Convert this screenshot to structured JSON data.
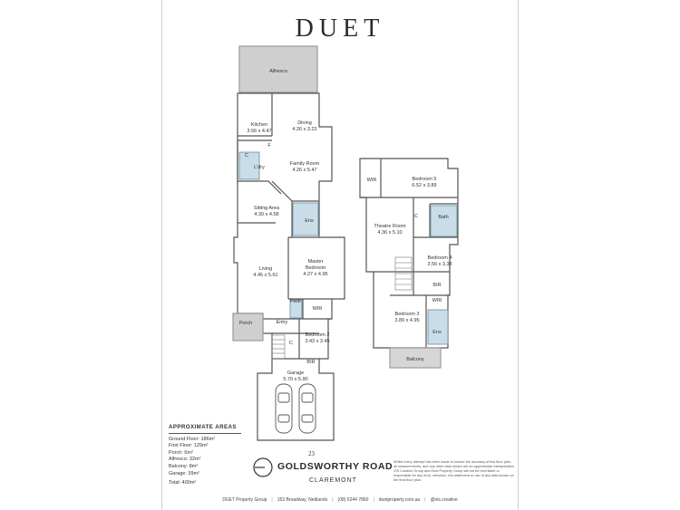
{
  "brand": "DUET",
  "rooms": {
    "alfresco": "Alfresco",
    "kitchen": "Kitchen",
    "kitchen_size": "3.56 x 4.47",
    "dining": "Dining",
    "dining_size": "4.26 x 3.23",
    "family": "Family Room",
    "family_size": "4.26 x 5.47",
    "ldry": "L'dry",
    "sitting": "Sitting Area",
    "sitting_size": "4.30 x 4.58",
    "ens": "Ens",
    "living": "Living",
    "living_size": "4.45 x 5.61",
    "master": "Master",
    "master2": "Bedroom",
    "master_size": "4.27 x 4.95",
    "pwdr": "Pwdr",
    "wir": "WIR",
    "porch": "Porch",
    "entry": "Entry",
    "bed2": "Bedroom 2",
    "bed2_size": "3.43 x 3.45",
    "bir": "BIR",
    "c": "C",
    "f": "F",
    "garage": "Garage",
    "garage_size": "5.70 x 5.90",
    "bed5": "Bedroom 5",
    "bed5_size": "6.52 x 3.89",
    "theatre": "Theatre Room",
    "theatre_size": "4.36 x 5.10",
    "bath": "Bath",
    "bed4": "Bedroom 4",
    "bed4_size": "3.56 x 3.38",
    "bed3": "Bedroom 3",
    "bed3_size": "3.89 x 4.95",
    "balcony": "Balcony"
  },
  "areas": {
    "heading": "APPROXIMATE AREAS",
    "ground": "Ground Floor: 186m²",
    "first": "First Floor: 129m²",
    "porch": "Porch: 6m²",
    "alfresco": "Alfresco: 32m²",
    "balcony": "Balcony: 8m²",
    "garage": "Garage: 39m²",
    "total": "Total: 400m²"
  },
  "address": {
    "number": "23",
    "street": "GOLDSWORTHY ROAD",
    "suburb": "CLAREMONT"
  },
  "disclaimer": "Whilst every attempt has been made to ensure the accuracy of this floor plan, all measurements, and any other data shown are an approximate interpretation. VIS Creative Group and Duet Property Group will not be held liable or responsible for any error, omission, mis-statement or use of any data shown on the final floor plan.",
  "footer": {
    "company": "DUET Property Group",
    "address": "153 Broadway, Nedlands",
    "phone": "(08) 6244 7860",
    "web": "duetproperty.com.au",
    "credit": "@vis.creative"
  }
}
